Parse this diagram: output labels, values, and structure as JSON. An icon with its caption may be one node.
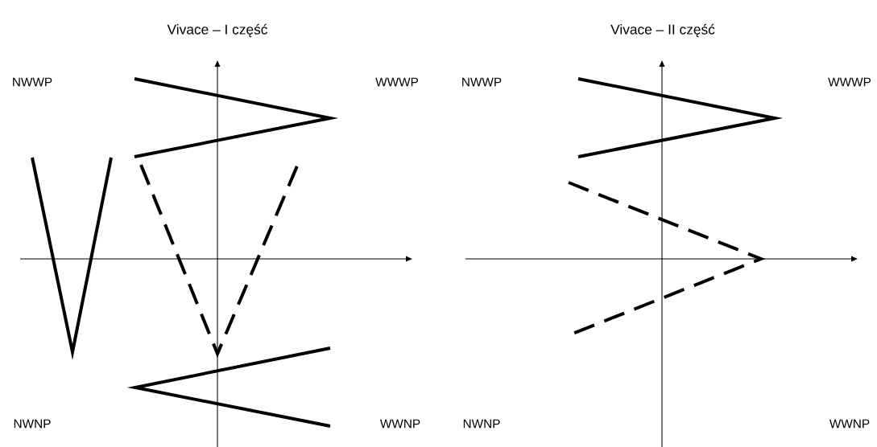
{
  "diagram": {
    "labels": [
      "Vivace – I część",
      "NWWP",
      "WWWP",
      "NWNP",
      "WWNP",
      "Vivace – II część",
      "NWWP",
      "WWWP",
      "NWNP",
      "WWNP"
    ]
  }
}
